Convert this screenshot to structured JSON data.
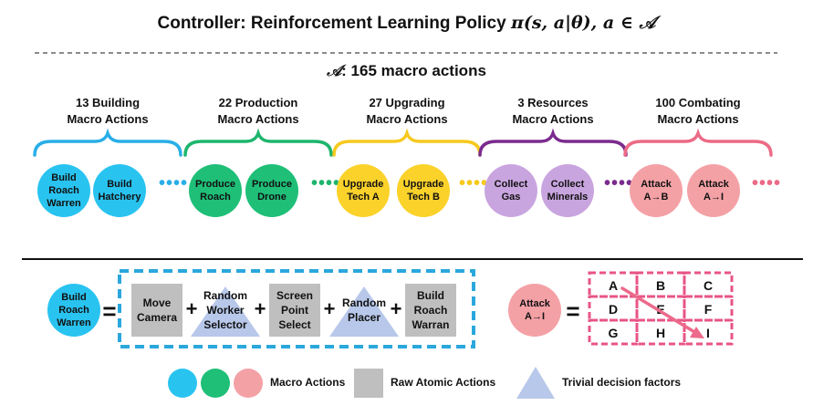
{
  "title": {
    "text": "Controller: Reinforcement Learning Policy ",
    "formula": "π(s, a|θ), a ∈ 𝒜"
  },
  "action_space": {
    "symbol": "𝒜",
    "text": ": 165 macro actions"
  },
  "categories": [
    {
      "line1": "13 Building",
      "line2": "Macro Actions",
      "color": "#29aee6",
      "actions": [
        [
          "Build",
          "Roach",
          "Warren"
        ],
        [
          "Build",
          "Hatchery"
        ]
      ]
    },
    {
      "line1": "22 Production",
      "line2": "Macro Actions",
      "color": "#1db56d",
      "actions": [
        [
          "Produce",
          "Roach"
        ],
        [
          "Produce",
          "Drone"
        ]
      ]
    },
    {
      "line1": "27 Upgrading",
      "line2": "Macro Actions",
      "color": "#f6c91e",
      "actions": [
        [
          "Upgrade",
          "Tech A"
        ],
        [
          "Upgrade",
          "Tech B"
        ]
      ]
    },
    {
      "line1": "3 Resources",
      "line2": "Macro Actions",
      "color": "#7b2b8e",
      "actions": [
        [
          "Collect",
          "Gas"
        ],
        [
          "Collect",
          "Minerals"
        ]
      ]
    },
    {
      "line1": "100 Combating",
      "line2": "Macro Actions",
      "color": "#ec6a86",
      "actions": [
        [
          "Attack",
          "A→B"
        ],
        [
          "Attack",
          "A→I"
        ]
      ]
    }
  ],
  "dots": "••••",
  "bottom": {
    "macro_circle": [
      "Build",
      "Roach",
      "Warren"
    ],
    "equals": "=",
    "plus": "+",
    "components": [
      {
        "kind": "square",
        "lines": [
          "Move",
          "Camera"
        ]
      },
      {
        "kind": "triangle",
        "lines": [
          "Random",
          "Worker",
          "Selector"
        ]
      },
      {
        "kind": "square",
        "lines": [
          "Screen",
          "Point",
          "Select"
        ]
      },
      {
        "kind": "triangle",
        "lines": [
          "Random",
          "Placer"
        ]
      },
      {
        "kind": "square",
        "lines": [
          "Build",
          "Roach",
          "Warran"
        ]
      }
    ],
    "attack_circle": [
      "Attack",
      "A→I"
    ],
    "grid": [
      [
        "A",
        "B",
        "C"
      ],
      [
        "D",
        "E",
        "F"
      ],
      [
        "G",
        "H",
        "I"
      ]
    ]
  },
  "legend": [
    {
      "label": "Macro Actions",
      "icon": "colored-circles"
    },
    {
      "label": "Raw Atomic Actions",
      "icon": "gray-square"
    },
    {
      "label": "Trivial decision factors",
      "icon": "blue-triangle"
    }
  ],
  "colors": {
    "blue": "#29c3f0",
    "green": "#1fbf78",
    "yellow": "#fbd22a",
    "purple": "#c9a5df",
    "pink": "#f4a1a6",
    "gray": "#bfbfbf",
    "triangle": "#b8c8ea",
    "dashed_blue": "#2aa7dc",
    "dashed_pink": "#e85585"
  }
}
